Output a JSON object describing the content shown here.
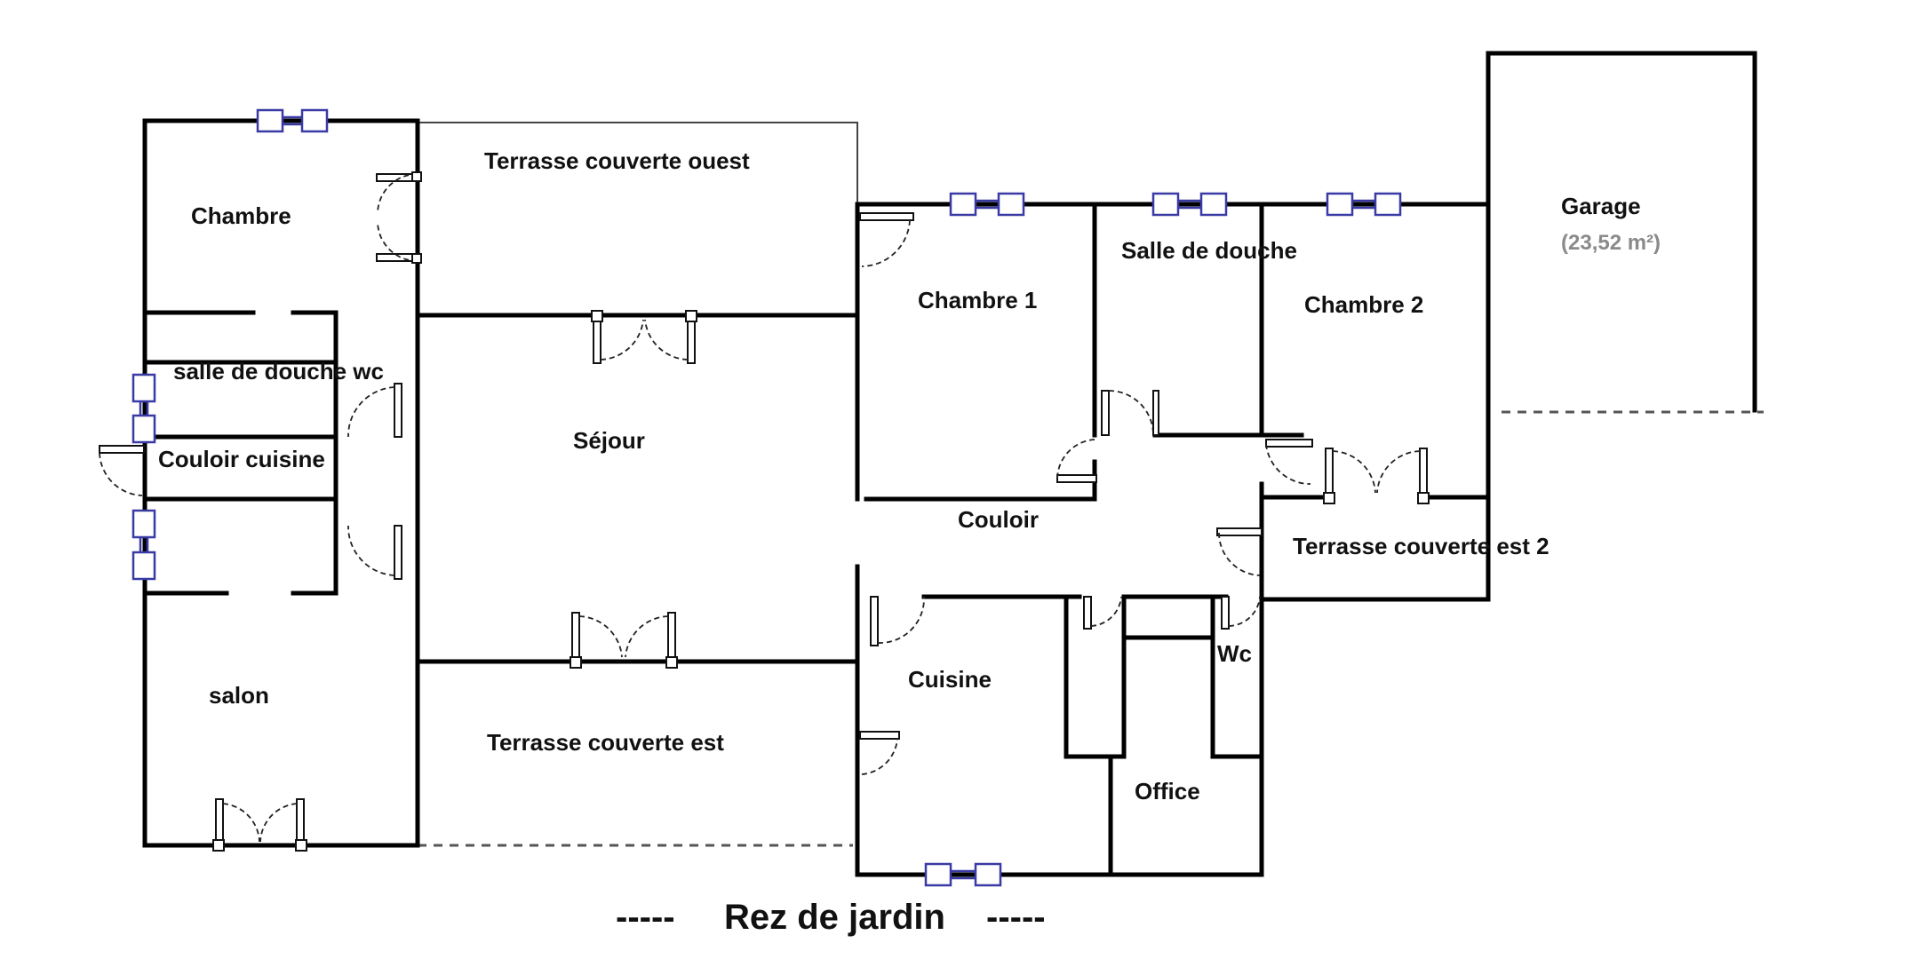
{
  "plan": {
    "title": "Rez de jardin",
    "title_dashes": "-----",
    "rooms": [
      {
        "key": "chambre",
        "label": "Chambre"
      },
      {
        "key": "terrasse_ouest",
        "label": "Terrasse couverte ouest"
      },
      {
        "key": "salle_douche_wc",
        "label": "salle de douche wc"
      },
      {
        "key": "couloir_cuisine",
        "label": "Couloir cuisine"
      },
      {
        "key": "sejour",
        "label": "Séjour"
      },
      {
        "key": "salon",
        "label": "salon"
      },
      {
        "key": "terrasse_est",
        "label": "Terrasse couverte est"
      },
      {
        "key": "chambre1",
        "label": "Chambre 1"
      },
      {
        "key": "salle_douche",
        "label": "Salle de douche"
      },
      {
        "key": "chambre2",
        "label": "Chambre 2"
      },
      {
        "key": "garage",
        "label": "Garage"
      },
      {
        "key": "couloir",
        "label": "Couloir"
      },
      {
        "key": "terrasse_est2",
        "label": "Terrasse couverte est 2"
      },
      {
        "key": "cuisine",
        "label": "Cuisine"
      },
      {
        "key": "wc",
        "label": "Wc"
      },
      {
        "key": "office",
        "label": "Office"
      }
    ],
    "garage_area": "(23,52 m²)",
    "colors": {
      "wall": "#000000",
      "window": "#3a3aa6",
      "area_text": "#8a8a8a"
    },
    "icons": [
      "door-icon",
      "window-icon"
    ]
  }
}
